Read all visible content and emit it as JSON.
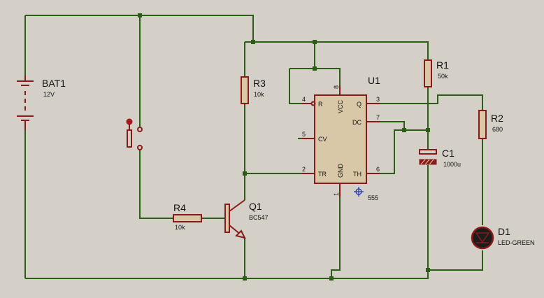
{
  "components": {
    "bat1": {
      "ref": "BAT1",
      "value": "12V"
    },
    "r1": {
      "ref": "R1",
      "value": "50k"
    },
    "r2": {
      "ref": "R2",
      "value": "680"
    },
    "r3": {
      "ref": "R3",
      "value": "10k"
    },
    "r4": {
      "ref": "R4",
      "value": "10k"
    },
    "c1": {
      "ref": "C1",
      "value": "1000u"
    },
    "q1": {
      "ref": "Q1",
      "value": "BC547"
    },
    "d1": {
      "ref": "D1",
      "value": "LED-GREEN"
    },
    "u1": {
      "ref": "U1",
      "value": "555",
      "pins": {
        "r": "R",
        "vcc": "VCC",
        "q": "Q",
        "dc": "DC",
        "cv": "CV",
        "tr": "TR",
        "gnd": "GND",
        "th": "TH",
        "n1": "1",
        "n2": "2",
        "n3": "3",
        "n4": "4",
        "n5": "5",
        "n6": "6",
        "n7": "7",
        "n8": "8"
      }
    }
  },
  "colors": {
    "wire": "#2b5d16",
    "component": "#8a1a1a",
    "body_fill": "#d9c8a8",
    "background": "#d4d0c8"
  }
}
